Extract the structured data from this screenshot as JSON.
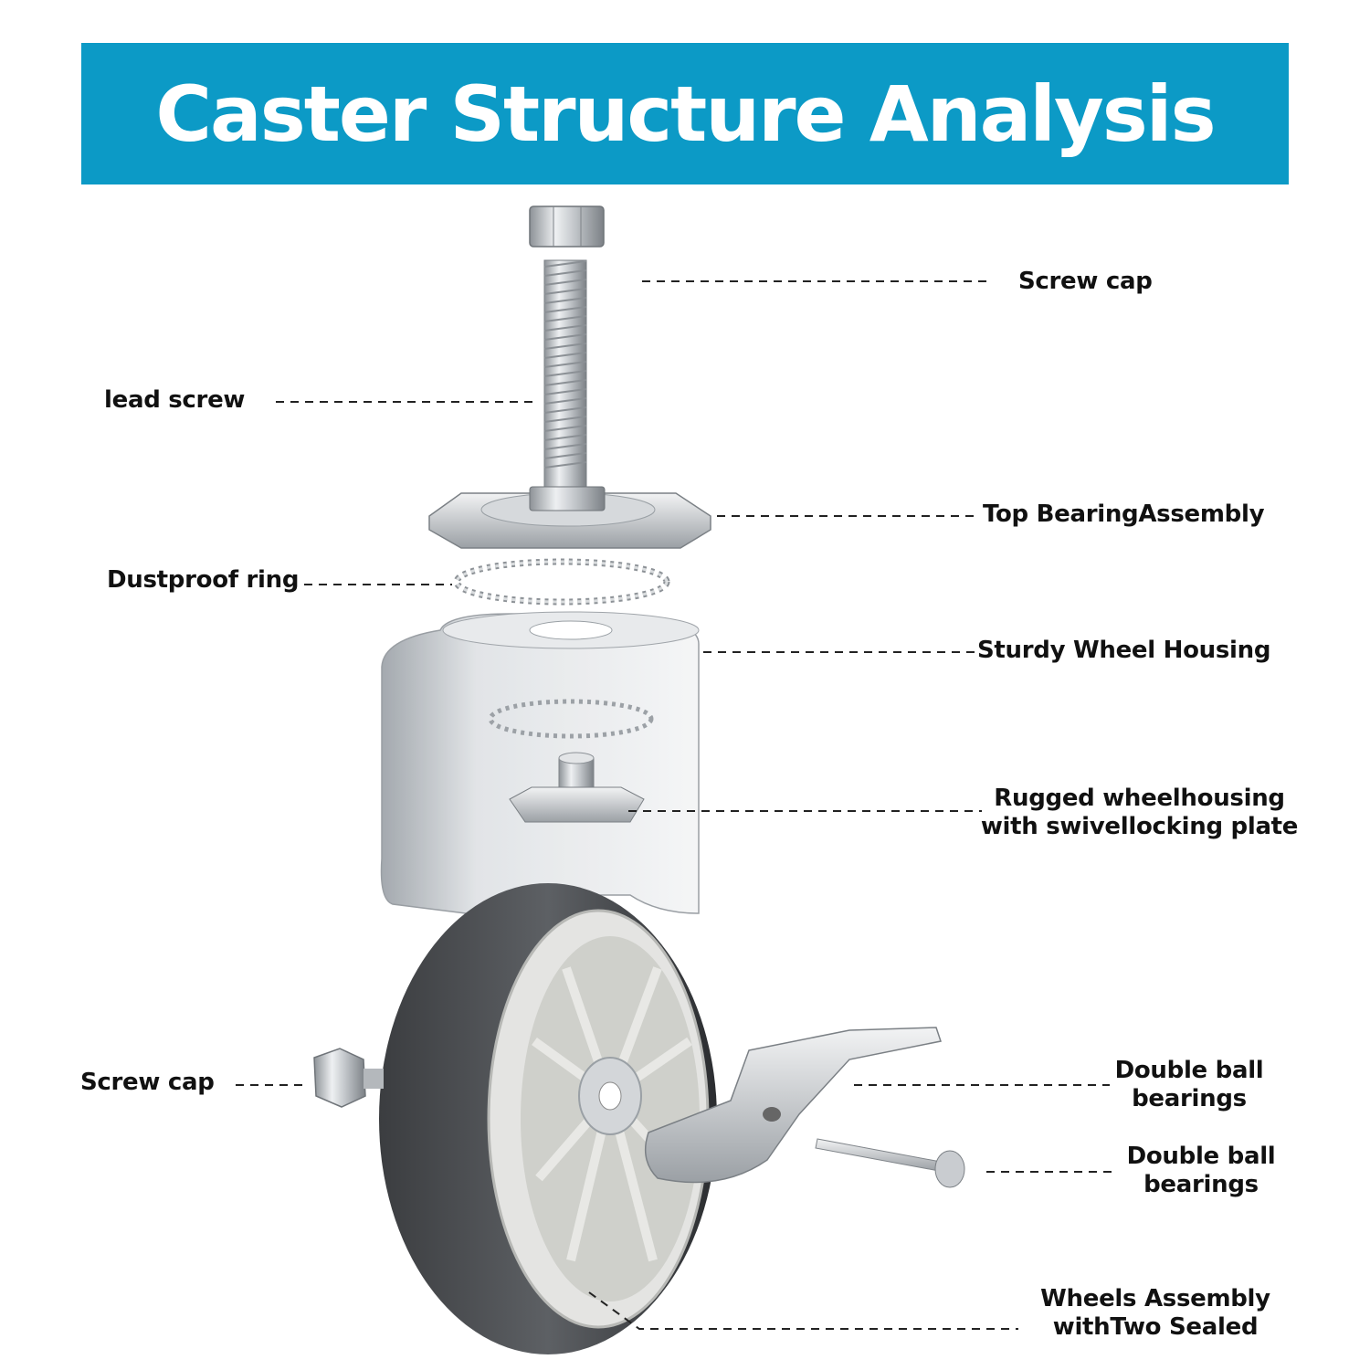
{
  "title": "Caster Structure Analysis",
  "colors": {
    "banner": "#0c9ac6",
    "banner_text": "#ffffff",
    "label_text": "#111111",
    "leader_line": "#222222"
  },
  "labels": {
    "screw_cap_top": "Screw cap",
    "lead_screw": "lead screw",
    "top_bearing": "Top BearingAssembly",
    "dustproof_ring": "Dustproof ring",
    "sturdy_housing": "Sturdy Wheel Housing",
    "rugged_line1": "Rugged wheelhousing",
    "rugged_line2": "with swivellocking plate",
    "screw_cap_left": "Screw cap",
    "double_ball_1_line1": "Double ball",
    "double_ball_1_line2": "bearings",
    "double_ball_2_line1": "Double ball",
    "double_ball_2_line2": "bearings",
    "wheels_line1": "Wheels Assembly",
    "wheels_line2": "withTwo Sealed"
  }
}
